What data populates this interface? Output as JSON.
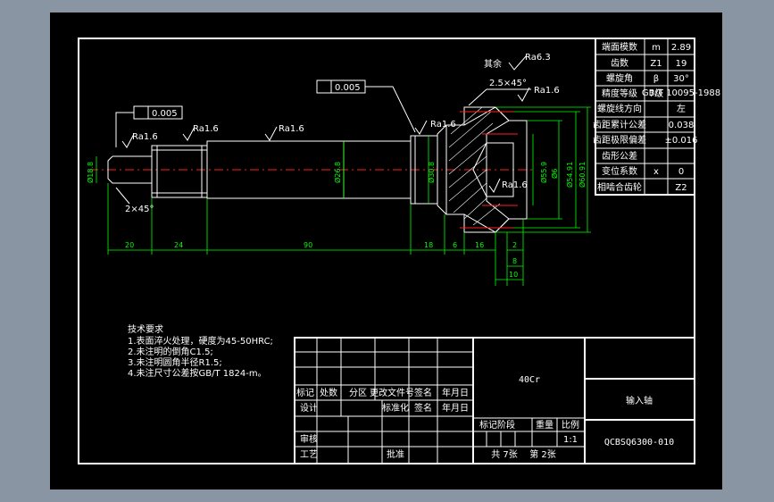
{
  "gear_params": [
    {
      "name": "端面模数",
      "sym": "m",
      "val": "2.89"
    },
    {
      "name": "齿数",
      "sym": "Z1",
      "val": "19"
    },
    {
      "name": "螺旋角",
      "sym": "β",
      "val": "30°"
    },
    {
      "name": "精度等级",
      "sym": "7级",
      "val": "GB/T 10095-1988"
    },
    {
      "name": "螺旋线方向",
      "sym": "",
      "val": "左"
    },
    {
      "name": "齿距累计公差",
      "sym": "",
      "val": "0.038"
    },
    {
      "name": "齿距极限偏差",
      "sym": "",
      "val": "±0.016"
    },
    {
      "name": "齿形公差",
      "sym": "",
      "val": ""
    },
    {
      "name": "变位系数",
      "sym": "x",
      "val": "0"
    },
    {
      "name": "相啮合齿轮",
      "sym": "",
      "val": "Z2"
    }
  ],
  "annotations": {
    "rest_roughness_label": "其余",
    "rest_roughness": "Ra6.3",
    "chamfer_top": "2.5×45°",
    "chamfer_left": "2×45°",
    "tol1": "0.005",
    "tol2": "0.005",
    "ra": [
      "Ra1.6",
      "Ra1.6",
      "Ra1.6",
      "Ra1.6",
      "Ra1.6",
      "Ra1.6"
    ],
    "dia_left": "Ø18.8",
    "dia_mid": "Ø26.8",
    "dia_collar": "Ø30.8",
    "dia_59": "Ø55.9",
    "dia_6": "Ø6",
    "dia_491": "Ø54.91",
    "dia_091": "Ø60.91"
  },
  "dims": [
    "20",
    "24",
    "90",
    "18",
    "6",
    "16",
    "2",
    "8",
    "10"
  ],
  "tech_req": {
    "title": "技术要求",
    "lines": [
      "1.表面淬火处理，硬度为45-50HRC;",
      "2.未注明的倒角C1.5;",
      "3.未注明圆角半径R1.5;",
      "4.未注尺寸公差按GB/T 1824-m。"
    ]
  },
  "title_block": {
    "material": "40Cr",
    "part_name": "输入轴",
    "drawing_no": "QCBSQ6300-010",
    "h_biaoji": "标记",
    "h_chushu": "处数",
    "h_fenqu": "分区",
    "h_wenjian": "更改文件号",
    "h_qianming": "签名",
    "h_date": "年月日",
    "r_sheji": "设计",
    "r_biaozhunhua": "标准化",
    "r_qianming": "签名",
    "r_date": "年月日",
    "r_shenhe": "审核",
    "r_gongyi": "工艺",
    "r_pizhun": "批准",
    "stage_label": "标记阶段",
    "weight_label": "重量",
    "scale_label": "比例",
    "scale": "1:1",
    "sheets": "共 7张",
    "sheet_no": "第 2张"
  }
}
